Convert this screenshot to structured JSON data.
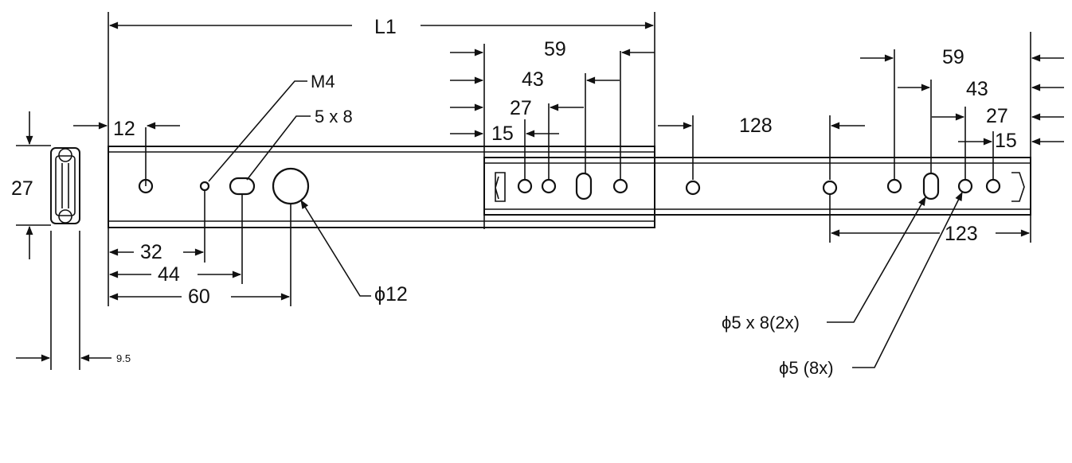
{
  "dimensions": {
    "overall_length": "L1",
    "left_12": "12",
    "height_27": "27",
    "d32": "32",
    "d44": "44",
    "d60": "60",
    "width_9_5": "9.5",
    "m4": "M4",
    "slot_5x8": "5 x 8",
    "phi12": "ϕ12",
    "mid_59": "59",
    "mid_43": "43",
    "mid_27": "27",
    "mid_15": "15",
    "span_128": "128",
    "right_59": "59",
    "right_43": "43",
    "right_27": "27",
    "right_15": "15",
    "span_123": "123",
    "callout_slots": "ϕ5 x 8(2x)",
    "callout_holes": "ϕ5 (8x)"
  }
}
